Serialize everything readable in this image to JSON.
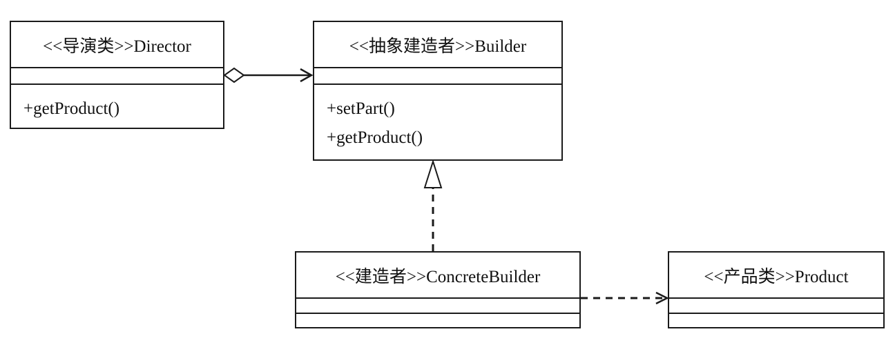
{
  "classes": {
    "director": {
      "name": "<<导演类>>Director",
      "operations": [
        "+getProduct()"
      ]
    },
    "builder": {
      "name": "<<抽象建造者>>Builder",
      "operations": [
        "+setPart()",
        "+getProduct()"
      ]
    },
    "concrete_builder": {
      "name": "<<建造者>>ConcreteBuilder",
      "operations": []
    },
    "product": {
      "name": "<<产品类>>Product",
      "operations": []
    }
  },
  "relationships": [
    {
      "from": "Director",
      "to": "Builder",
      "type": "aggregation"
    },
    {
      "from": "ConcreteBuilder",
      "to": "Builder",
      "type": "realization"
    },
    {
      "from": "ConcreteBuilder",
      "to": "Product",
      "type": "dependency"
    }
  ]
}
